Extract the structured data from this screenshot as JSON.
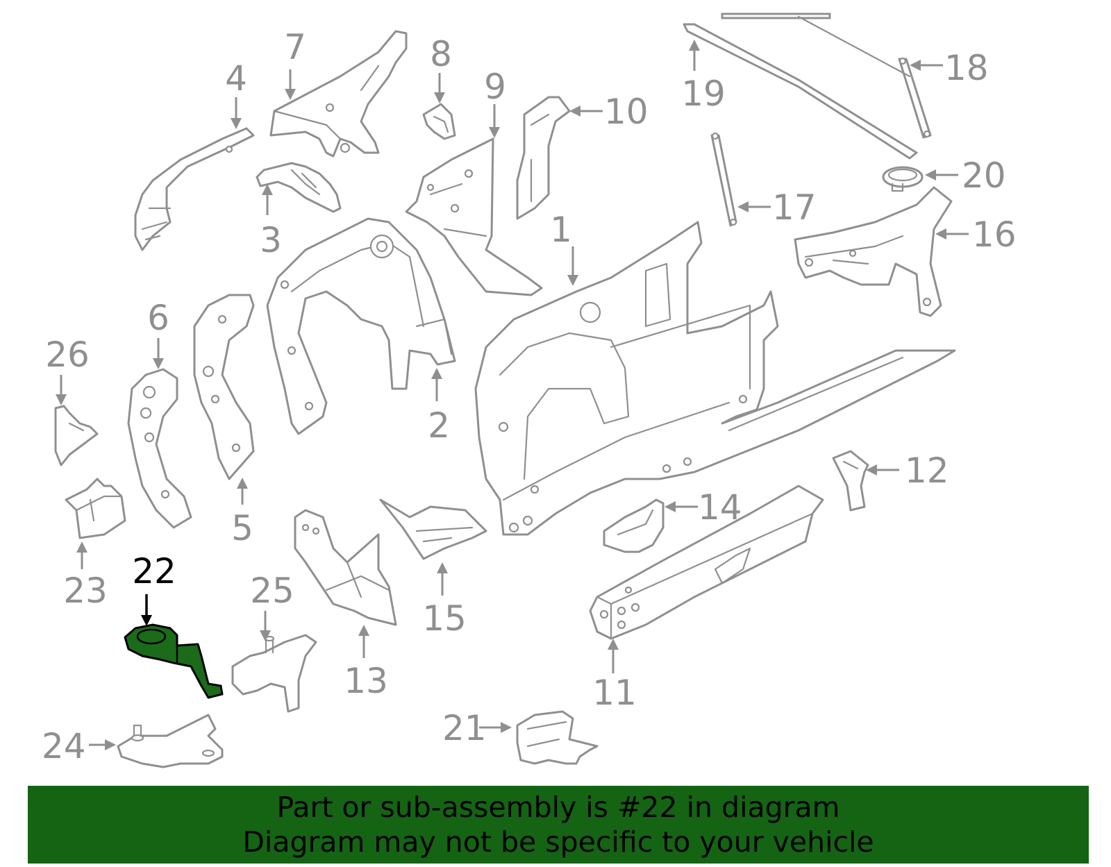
{
  "callouts": {
    "c1": "1",
    "c2": "2",
    "c3": "3",
    "c4": "4",
    "c5": "5",
    "c6": "6",
    "c7": "7",
    "c8": "8",
    "c9": "9",
    "c10": "10",
    "c11": "11",
    "c12": "12",
    "c13": "13",
    "c14": "14",
    "c15": "15",
    "c16": "16",
    "c17": "17",
    "c18": "18",
    "c19": "19",
    "c20": "20",
    "c21": "21",
    "c22": "22",
    "c23": "23",
    "c24": "24",
    "c25": "25",
    "c26": "26"
  },
  "highlighted_part": "22",
  "colors": {
    "highlight": "#1b6b1b",
    "banner": "#146414",
    "line": "#8f8f8f"
  },
  "banner": {
    "line1": "Part or sub-assembly is #22 in diagram",
    "line2": "Diagram may not be specific to your vehicle"
  }
}
